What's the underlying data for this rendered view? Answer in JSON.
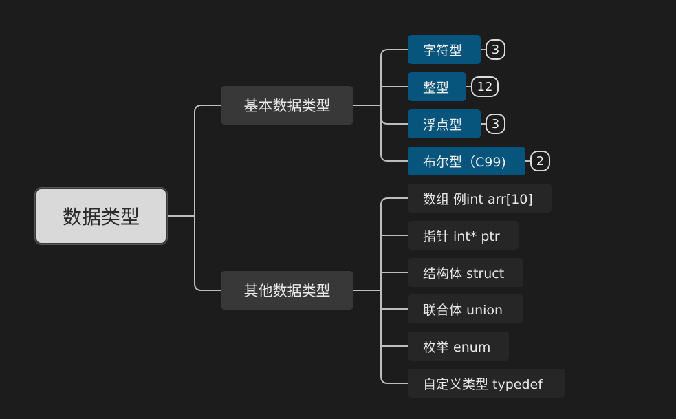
{
  "root": {
    "label": "数据类型"
  },
  "branches": [
    {
      "label": "基本数据类型",
      "children": [
        {
          "label": "字符型",
          "count": "3",
          "highlight": true
        },
        {
          "label": "整型",
          "count": "12",
          "highlight": true
        },
        {
          "label": "浮点型",
          "count": "3",
          "highlight": true
        },
        {
          "label": "布尔型（C99)",
          "count": "2",
          "highlight": true
        }
      ]
    },
    {
      "label": "其他数据类型",
      "children": [
        {
          "label": "数组 例int arr[10]"
        },
        {
          "label": "指针 int* ptr"
        },
        {
          "label": "结构体 struct"
        },
        {
          "label": "联合体 union"
        },
        {
          "label": "枚举 enum"
        },
        {
          "label": "自定义类型 typedef"
        }
      ]
    }
  ],
  "colors": {
    "background": "#1c1c1c",
    "root_fill": "#d9d9d9",
    "branch_fill": "#383838",
    "highlight_fill": "#07557c",
    "leaf_fill": "#262626",
    "connector": "#bdbdbd"
  }
}
